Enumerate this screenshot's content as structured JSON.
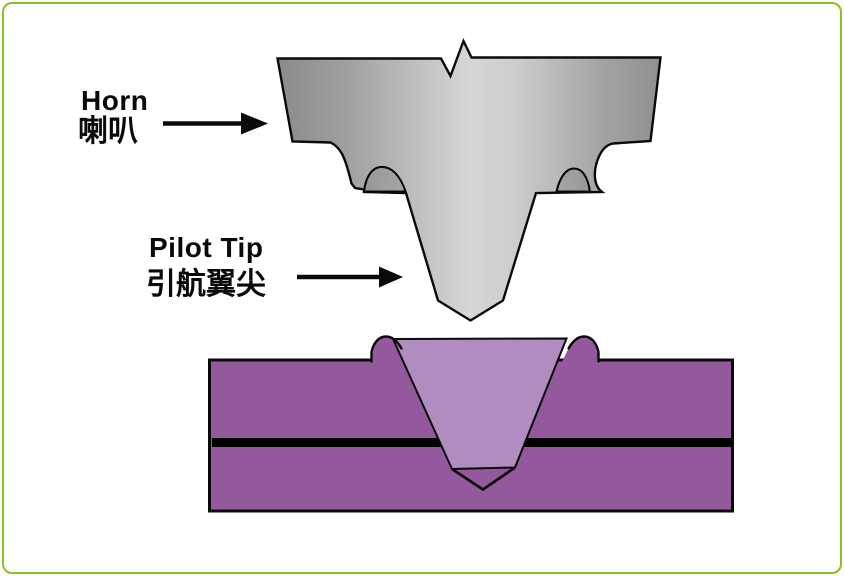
{
  "labels": {
    "horn": {
      "en": "Horn",
      "zh": "喇叭"
    },
    "pilot_tip": {
      "en": "Pilot Tip",
      "zh": "引航翼尖"
    }
  },
  "colors": {
    "border_green": "#8CC21F",
    "background": "#FFFFFF",
    "part_purple": "#94599D",
    "cavity_purple": "#B18CC1",
    "horn_gray_dark": "#8A8A8A",
    "horn_gray_light": "#D6D6D6",
    "outline_black": "#0A0A0A",
    "weld_line_black": "#000000"
  }
}
